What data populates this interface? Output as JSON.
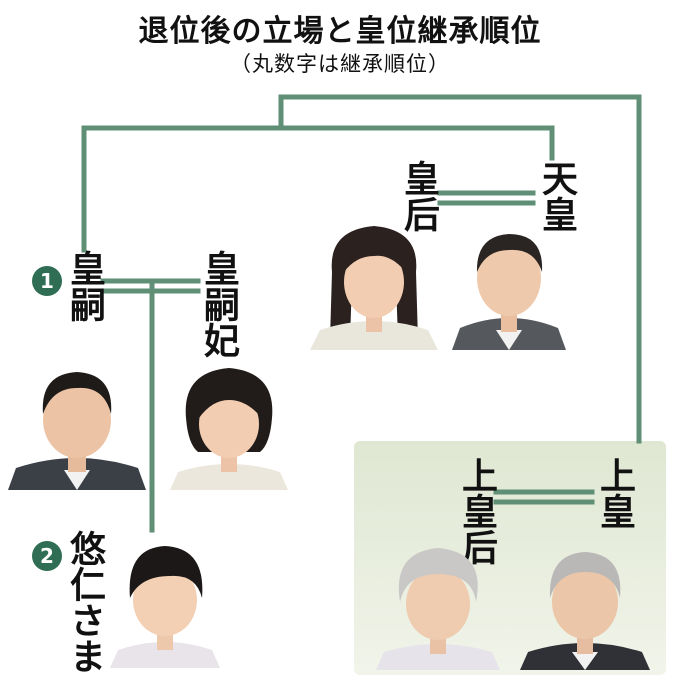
{
  "title": "退位後の立場と皇位継承順位",
  "subtitle": "（丸数字は継承順位）",
  "people": {
    "tenno": "天皇",
    "kogo": "皇后",
    "koshi": "皇嗣",
    "koshihi": "皇嗣妃",
    "hisahito": "悠仁さま",
    "jokou": "上皇",
    "jokougou": "上皇后"
  },
  "badges": {
    "first": "1",
    "second": "2"
  },
  "colors": {
    "line": "#5f8f74",
    "badge": "#2f6e54",
    "panel": "#e3ead7"
  }
}
